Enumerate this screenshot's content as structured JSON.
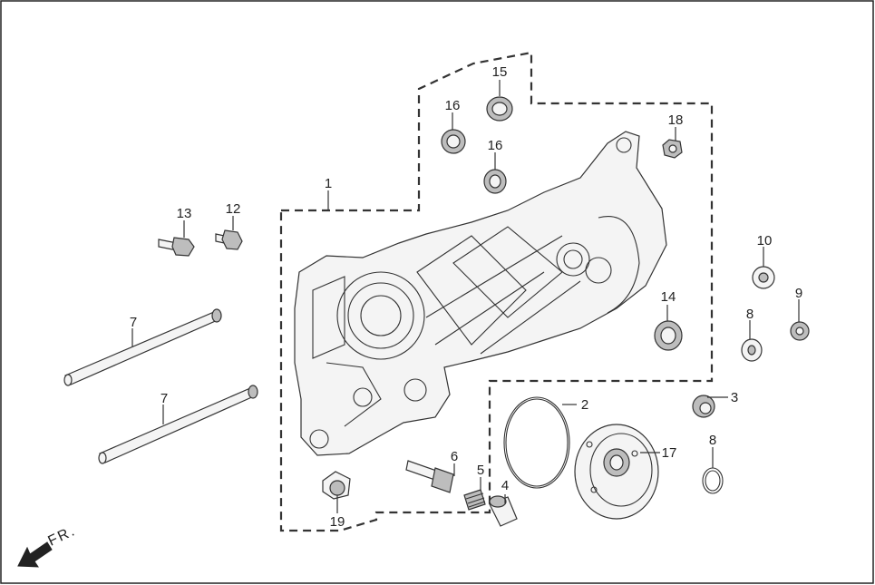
{
  "callouts": [
    {
      "id": "1",
      "text": "1"
    },
    {
      "id": "2",
      "text": "2"
    },
    {
      "id": "3",
      "text": "3"
    },
    {
      "id": "4",
      "text": "4"
    },
    {
      "id": "5",
      "text": "5"
    },
    {
      "id": "6",
      "text": "6"
    },
    {
      "id": "7a",
      "text": "7"
    },
    {
      "id": "7b",
      "text": "7"
    },
    {
      "id": "8a",
      "text": "8"
    },
    {
      "id": "8b",
      "text": "8"
    },
    {
      "id": "9",
      "text": "9"
    },
    {
      "id": "10",
      "text": "10"
    },
    {
      "id": "12",
      "text": "12"
    },
    {
      "id": "13",
      "text": "13"
    },
    {
      "id": "14",
      "text": "14"
    },
    {
      "id": "15",
      "text": "15"
    },
    {
      "id": "16a",
      "text": "16"
    },
    {
      "id": "16b",
      "text": "16"
    },
    {
      "id": "17",
      "text": "17"
    },
    {
      "id": "18",
      "text": "18"
    },
    {
      "id": "19",
      "text": "19"
    }
  ],
  "direction_label": "FR.",
  "colors": {
    "line": "#333333",
    "fill": "#f4f4f4",
    "shade": "#bdbdbd",
    "background": "#ffffff"
  }
}
